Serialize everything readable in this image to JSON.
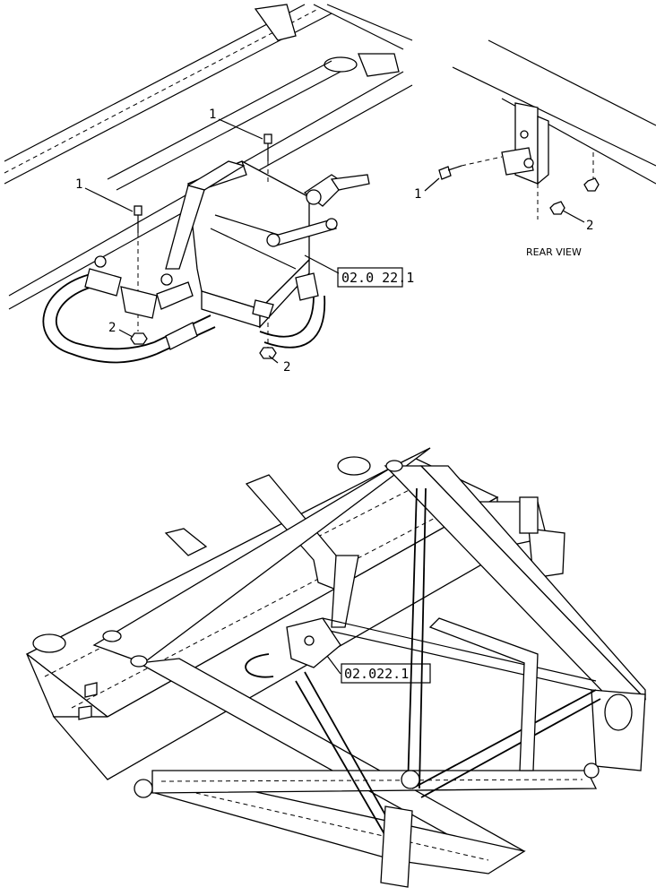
{
  "top_view": {
    "callouts": [
      {
        "id": "c1a",
        "text": "1"
      },
      {
        "id": "c1b",
        "text": "1"
      },
      {
        "id": "c2a",
        "text": "2"
      },
      {
        "id": "c2b",
        "text": "2"
      }
    ],
    "reference": {
      "boxed": "02.0",
      "rest": "22.1"
    }
  },
  "rear_view": {
    "label": "REAR VIEW",
    "callouts": [
      {
        "id": "r1",
        "text": "1"
      },
      {
        "id": "r2",
        "text": "2"
      }
    ]
  },
  "bottom_view": {
    "reference": {
      "boxed": "02.022.1"
    }
  }
}
